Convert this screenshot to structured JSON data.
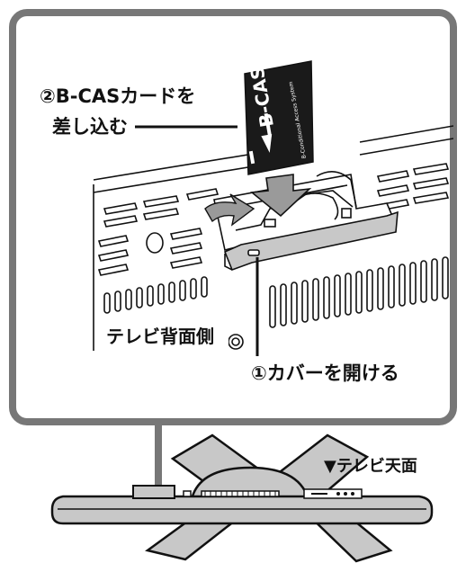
{
  "card": {
    "face_text": "B-CAS",
    "subtitle": "B-Conditional Access System"
  },
  "labels": {
    "step2_line1": "②B-CASカードを",
    "step2_line2": "差し込む",
    "tv_back": "テレビ背面側",
    "step1": "①カバーを開ける",
    "tv_top": "▼テレビ天面"
  },
  "colors": {
    "callout_border": "#777777",
    "outline": "#111111",
    "card": "#1a1a1a",
    "cover": "#c8c8c8",
    "arrow": "#9a9a9a"
  }
}
